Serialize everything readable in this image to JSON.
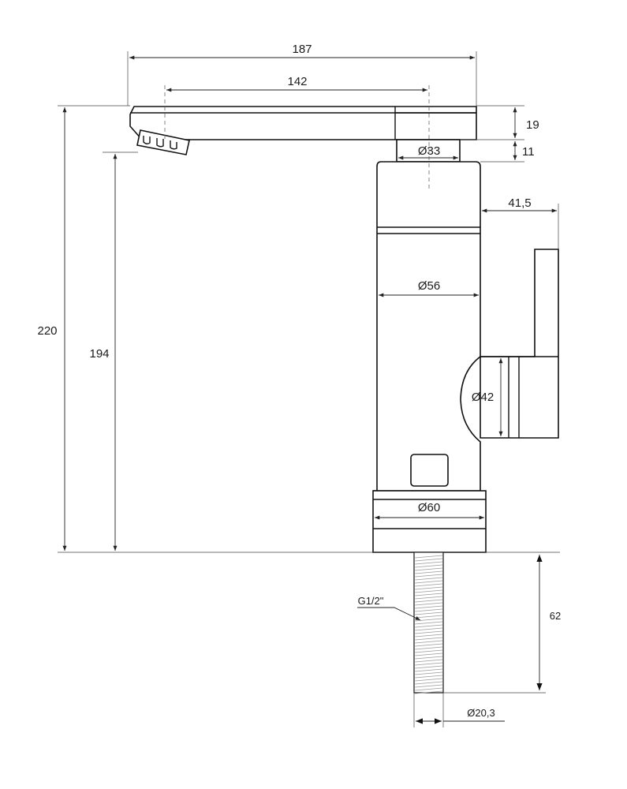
{
  "dimensions": {
    "total_width": "187",
    "spout_reach": "142",
    "top_height": "19",
    "collar_height": "11",
    "handle_offset": "41,5",
    "outlet_diameter": "Ø33",
    "body_diameter": "Ø56",
    "handle_diameter": "Ø42",
    "base_diameter": "Ø60",
    "total_height": "220",
    "spout_height": "194",
    "thread_length": "62",
    "thread_label": "G1/2\"",
    "thread_diameter": "Ø20,3"
  }
}
